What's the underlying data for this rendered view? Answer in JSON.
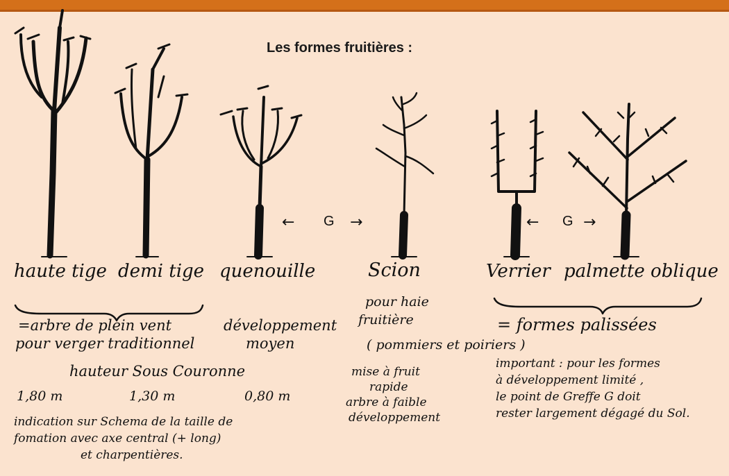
{
  "header": {
    "bar_color": "#d4701a"
  },
  "title": "Les formes fruitières :",
  "graft_marker": "G",
  "arrows": {
    "left": "←",
    "right": "→"
  },
  "forms": [
    {
      "label": "haute tige"
    },
    {
      "label": "demi tige"
    },
    {
      "label": "quenouille"
    },
    {
      "label": "Scion"
    },
    {
      "label": "Verrier"
    },
    {
      "label": "palmette oblique"
    }
  ],
  "groups": {
    "plein_vent": [
      "=arbre de plein vent",
      "pour verger traditionnel"
    ],
    "developpement": [
      "développement",
      "moyen"
    ],
    "haie": [
      "pour haie",
      "fruitière"
    ],
    "palissees": "= formes palissées",
    "pommiers": "( pommiers et poiriers )"
  },
  "hauteur": {
    "title": "hauteur Sous Couronne",
    "values": [
      "1,80 m",
      "1,30 m",
      "0,80 m"
    ]
  },
  "notes": {
    "indication": [
      "indication sur Schema de la taille de",
      "fomation avec axe central (+ long)",
      "et charpentières."
    ],
    "mise_a_fruit": [
      "mise à fruit",
      "rapide",
      "arbre à faible",
      "développement"
    ],
    "important": [
      "important : pour les formes",
      "à développement limité ,",
      "le point de Greffe G doit",
      "rester largement dégagé du Sol."
    ]
  },
  "colors": {
    "background": "#fbe3cf",
    "ink": "#111111"
  }
}
